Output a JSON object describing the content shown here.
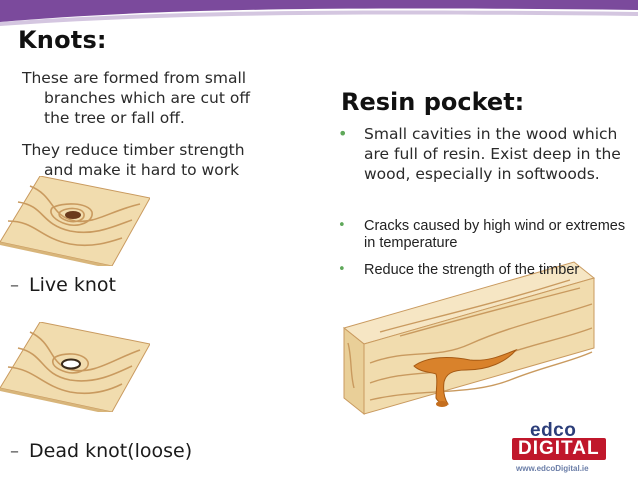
{
  "knots": {
    "title": "Knots:",
    "para1_line1": "These are formed from small",
    "para1_line2": "branches which are cut off",
    "para1_line3": "the tree or fall off.",
    "para2_line1": "They reduce timber strength",
    "para2_line2": "and make it hard to work",
    "live_knot": "Live knot",
    "dead_knot": "Dead knot(loose)",
    "dash": "–"
  },
  "resin": {
    "title": "Resin pocket:",
    "bullets": [
      "Small cavities in the wood which are full of resin. Exist deep in the wood, especially in softwoods.",
      "Cracks caused by high wind or extremes in temperature",
      "Reduce the strength of the timber"
    ],
    "bullet_glyph": "•"
  },
  "logo": {
    "edco": "edco",
    "digital": "DIGITAL",
    "url": "www.edcoDigital.ie"
  },
  "colors": {
    "swoosh": "#7b4a9c",
    "bullet": "#5fa85a",
    "wood": "#f1dcae",
    "grain": "#c99a5f",
    "resin": "#d9822b",
    "logo_red": "#c0172b",
    "logo_blue": "#2c3e7a"
  }
}
